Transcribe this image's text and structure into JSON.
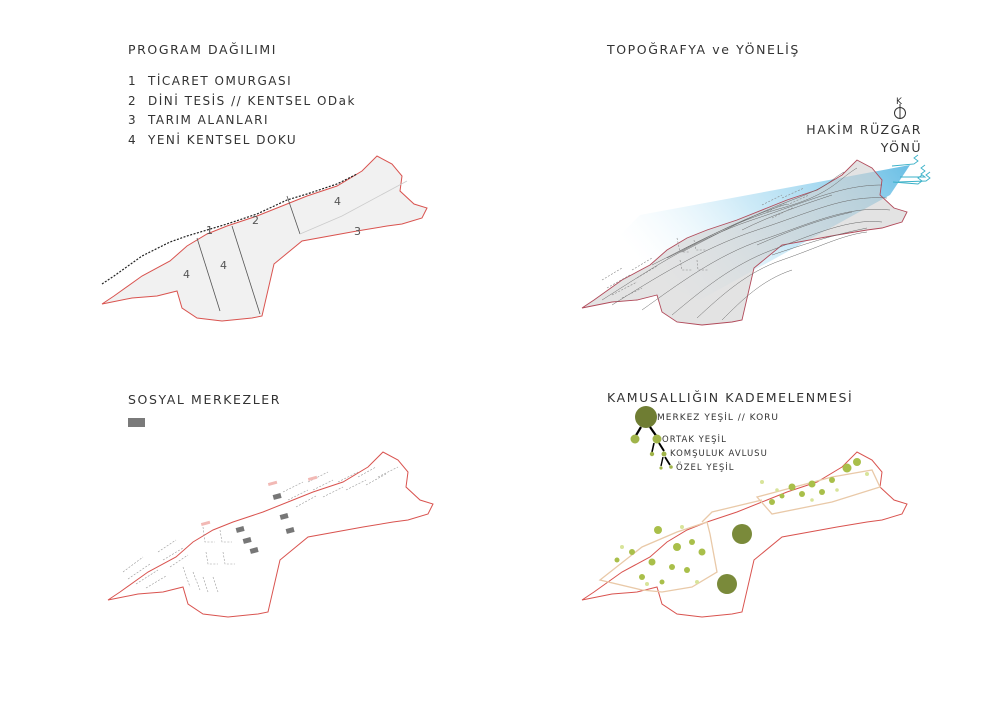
{
  "panels": {
    "program": {
      "title": "PROGRAM DAĞILIMI",
      "legend": [
        {
          "num": "1",
          "text": "TİCARET OMURGASI"
        },
        {
          "num": "2",
          "text": "DİNİ TESİS // KENTSEL ODak"
        },
        {
          "num": "3",
          "text": "TARIM ALANLARI"
        },
        {
          "num": "4",
          "text": "YENİ KENTSEL DOKU"
        }
      ],
      "zones": [
        "1",
        "2",
        "4",
        "3",
        "4",
        "4"
      ]
    },
    "topography": {
      "title": "TOPOĞRAFYA ve YÖNELİŞ",
      "north": "K",
      "wind_line1": "HAKİM RÜZGAR",
      "wind_line2": "YÖNÜ"
    },
    "social": {
      "title": "SOSYAL MERKEZLER"
    },
    "public": {
      "title": "KAMUSALLIĞIN KADEMELENMESİ",
      "hierarchy": [
        "MERKEZ YEŞİL // KORU",
        "ORTAK YEŞİL",
        "KOMŞULUK AVLUSU",
        "ÖZEL YEŞİL"
      ]
    }
  },
  "colors": {
    "boundary": "#d9534f",
    "parcel_fill": "#f1f1f1",
    "wind_blue": "#4fb3e0",
    "tree_dark": "#7a8a3a",
    "tree_light": "#a9bf4a",
    "path": "#e9c9a8",
    "building": "#777777"
  }
}
